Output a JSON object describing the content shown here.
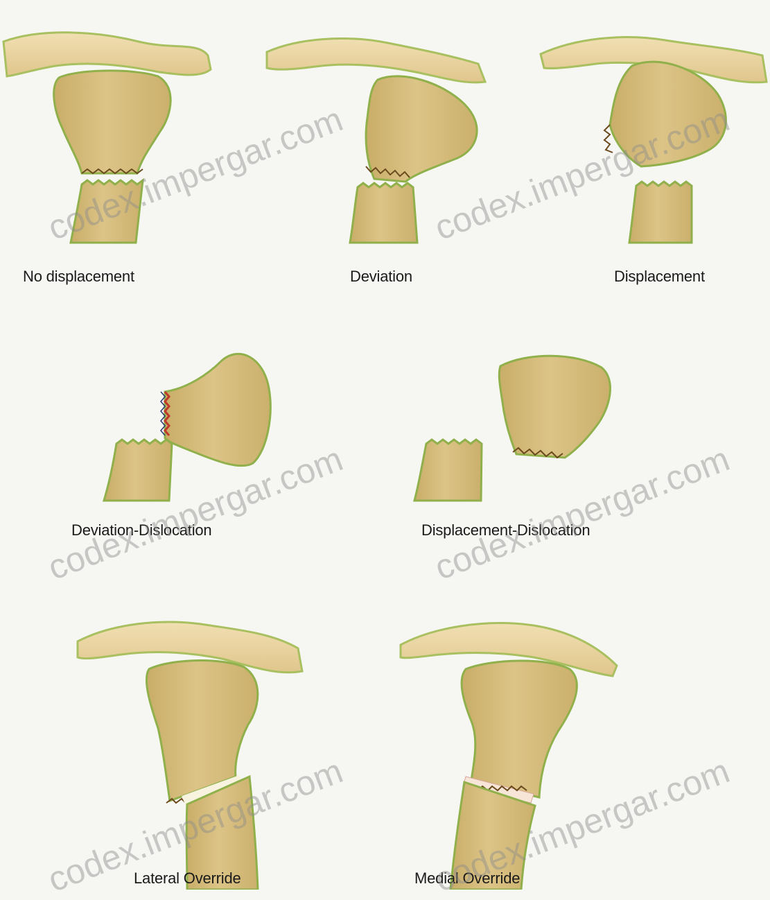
{
  "panels": [
    {
      "id": "no-displacement",
      "caption": "No displacement"
    },
    {
      "id": "deviation",
      "caption": "Deviation"
    },
    {
      "id": "displacement",
      "caption": "Displacement"
    },
    {
      "id": "deviation-dislocation",
      "caption": "Deviation-Dislocation"
    },
    {
      "id": "displacement-dislocation",
      "caption": "Displacement-Dislocation"
    },
    {
      "id": "lateral-override",
      "caption": "Lateral Override"
    },
    {
      "id": "medial-override",
      "caption": "Medial Override"
    }
  ],
  "watermark": "codex.impergar.com",
  "colors": {
    "bone_fill": "#d9c07f",
    "bone_edge": "#8fb04a",
    "acromion_fill": "#ecd7a4",
    "fracture_line": "#6b4a1e",
    "fracture_red": "#c0392b",
    "background": "#f6f6f3"
  }
}
